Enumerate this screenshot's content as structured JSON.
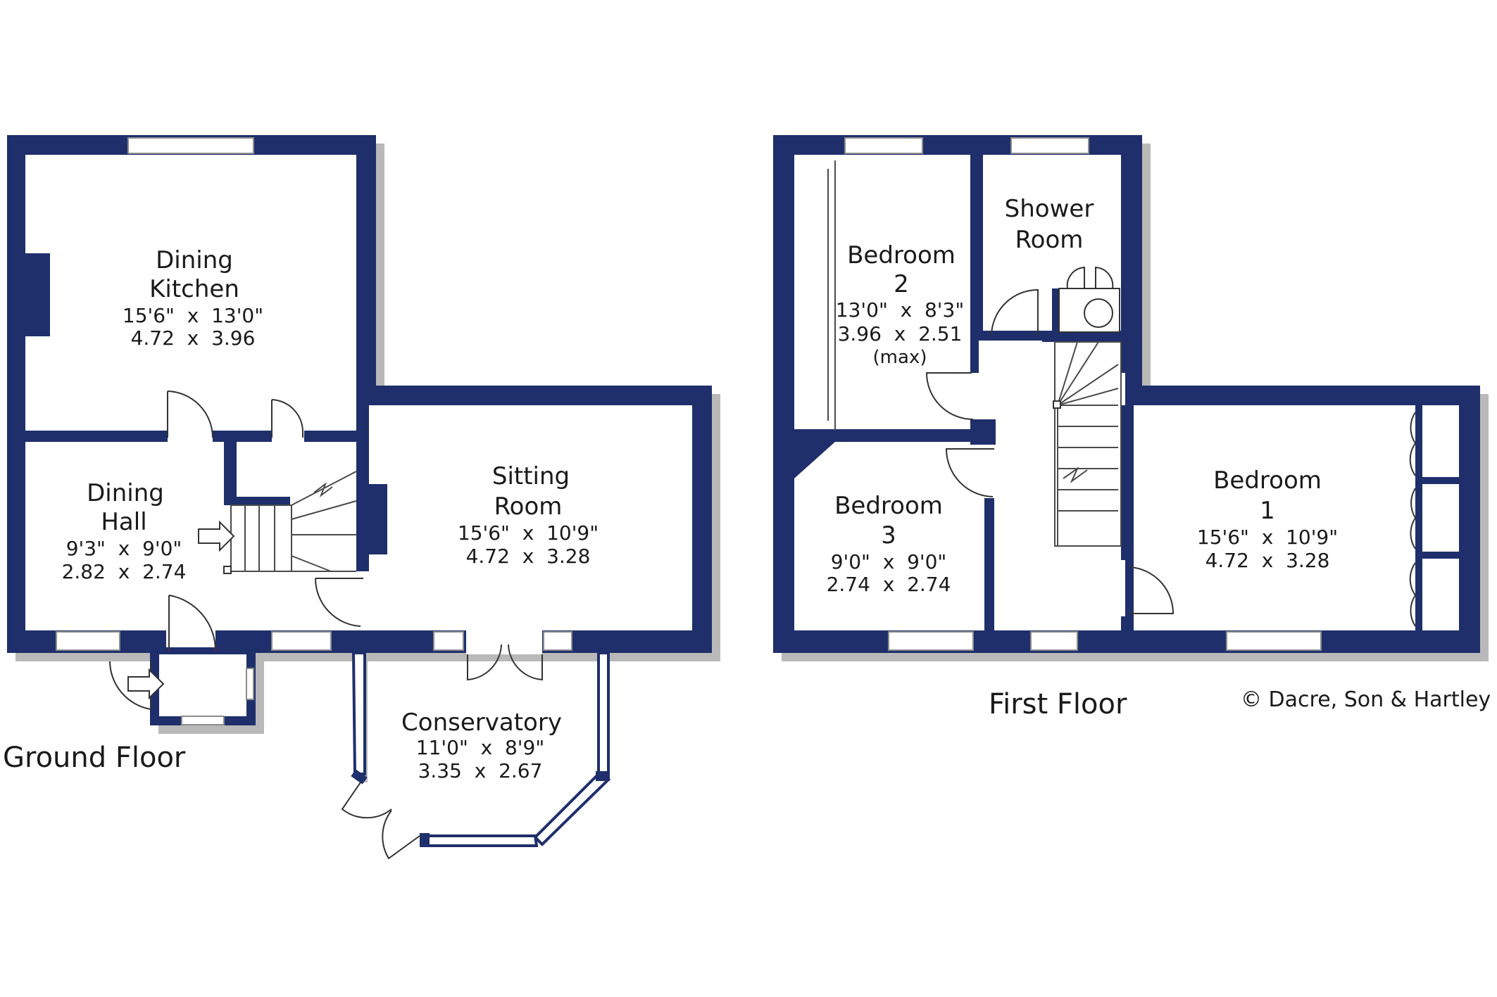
{
  "floors": {
    "ground": {
      "title": "Ground Floor",
      "rooms": {
        "dining_kitchen": {
          "name1": "Dining",
          "name2": "Kitchen",
          "dim_imperial": "15'6\"  x  13'0\"",
          "dim_metric": "4.72  x  3.96"
        },
        "dining_hall": {
          "name1": "Dining",
          "name2": "Hall",
          "dim_imperial": "9'3\"  x  9'0\"",
          "dim_metric": "2.82  x  2.74"
        },
        "sitting_room": {
          "name1": "Sitting",
          "name2": "Room",
          "dim_imperial": "15'6\"  x  10'9\"",
          "dim_metric": "4.72  x  3.28"
        },
        "conservatory": {
          "name1": "Conservatory",
          "dim_imperial": "11'0\"  x  8'9\"",
          "dim_metric": "3.35  x  2.67"
        }
      }
    },
    "first": {
      "title": "First Floor",
      "rooms": {
        "shower_room": {
          "name1": "Shower",
          "name2": "Room"
        },
        "bedroom_2": {
          "name1": "Bedroom",
          "name2": "2",
          "dim_imperial": "13'0\"  x  8'3\"",
          "dim_metric": "3.96  x  2.51",
          "note": "(max)"
        },
        "bedroom_3": {
          "name1": "Bedroom",
          "name2": "3",
          "dim_imperial": "9'0\"  x  9'0\"",
          "dim_metric": "2.74  x  2.74"
        },
        "bedroom_1": {
          "name1": "Bedroom",
          "name2": "1",
          "dim_imperial": "15'6\"  x  10'9\"",
          "dim_metric": "4.72  x  3.28"
        }
      }
    }
  },
  "copyright": "© Dacre, Son & Hartley",
  "colors": {
    "wall": "#1f2f6b",
    "shadow": "#b9b9b9",
    "background": "#ffffff"
  }
}
